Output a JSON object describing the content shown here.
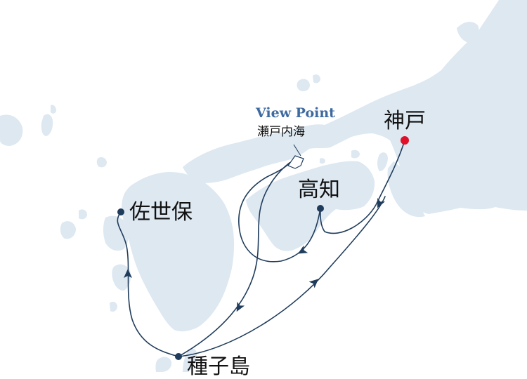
{
  "colors": {
    "land": "#dde8f1",
    "sea": "#ffffff",
    "route": "#1f3c5c",
    "port": "#1f3c5c",
    "origin_port": "#e0102b",
    "viewpoint_text": "#3d6aa0"
  },
  "viewpoint": {
    "heading": "View Point",
    "name": "瀬戸内海"
  },
  "ports": {
    "kobe": "神戸",
    "kochi": "高知",
    "sasebo": "佐世保",
    "tanegashima": "種子島"
  }
}
